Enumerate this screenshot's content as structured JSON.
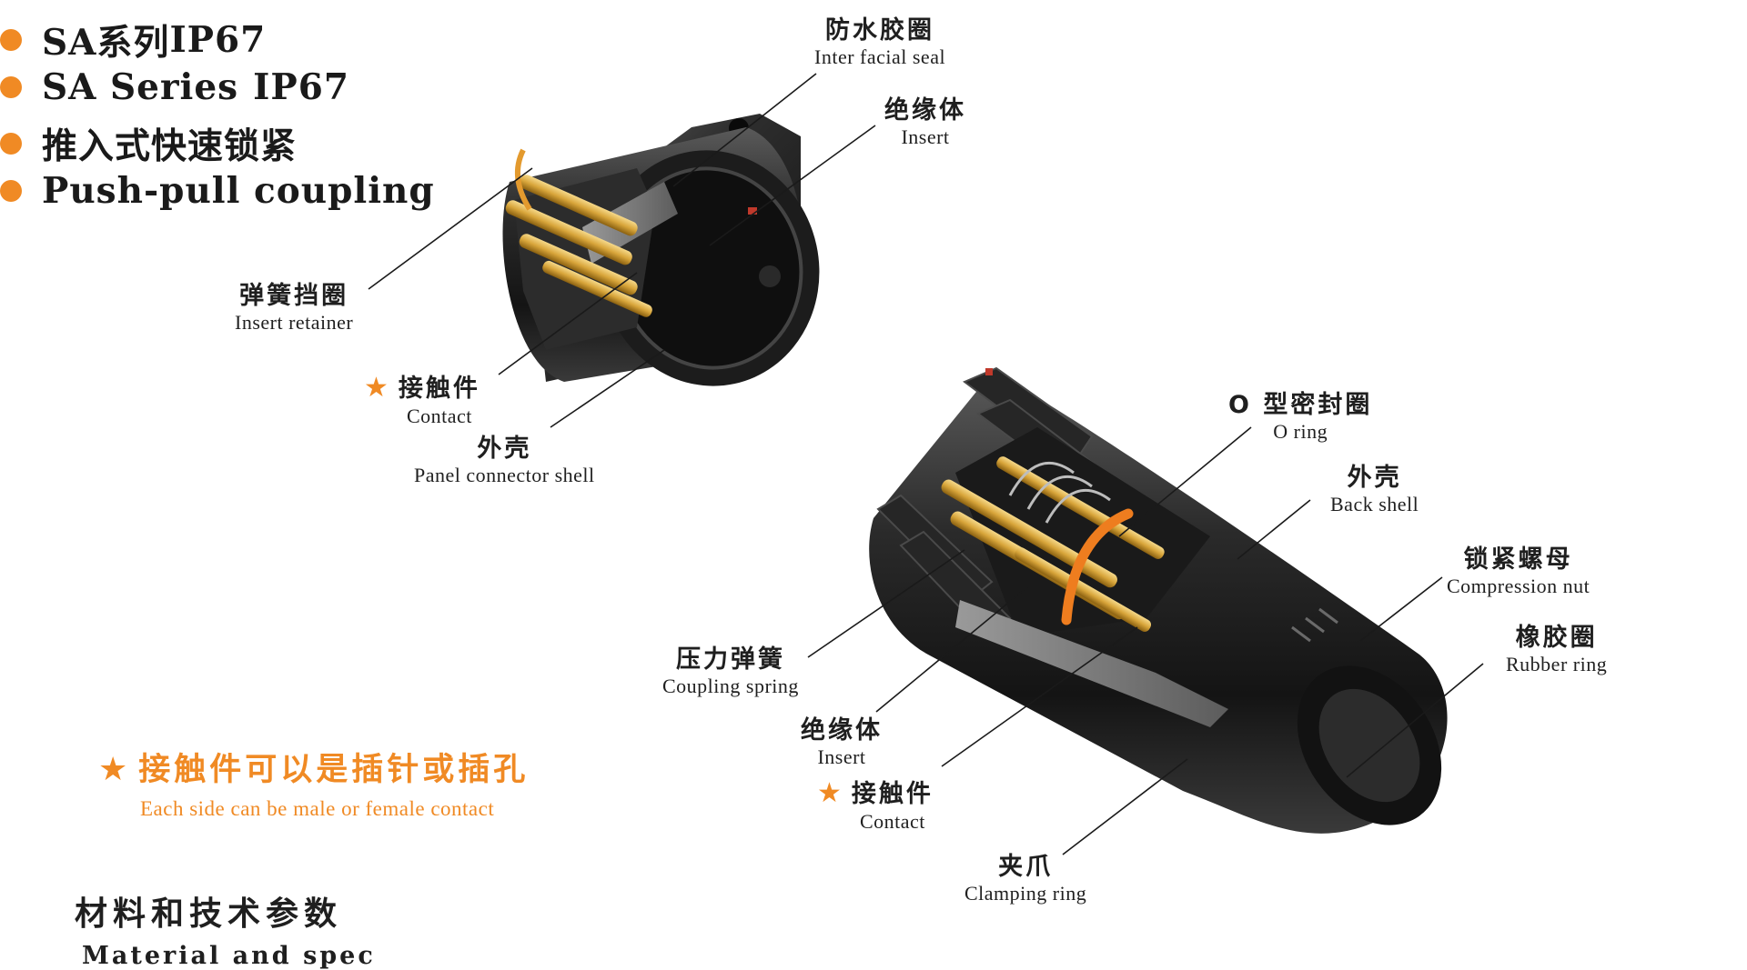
{
  "bullets": [
    {
      "zh": "SA系列",
      "en": "IP67"
    },
    {
      "zh": "SA Series",
      "en": "IP67"
    },
    {
      "zh": "推入式快速锁紧",
      "en": ""
    },
    {
      "zh": "Push-pull coupling",
      "en": ""
    }
  ],
  "colors": {
    "accent": "#f08a24",
    "shell": "#2a2a2a",
    "contact": "#d8a53a"
  },
  "panel_connector": {
    "labels": {
      "inter_facial_seal": {
        "zh": "防水胶圈",
        "en": "Inter facial seal"
      },
      "insert": {
        "zh": "绝缘体",
        "en": "Insert"
      },
      "insert_retainer": {
        "zh": "弹簧挡圈",
        "en": "Insert retainer"
      },
      "contact": {
        "zh": "接触件",
        "en": "Contact",
        "star": "★"
      },
      "panel_shell": {
        "zh": "外壳",
        "en": "Panel connector shell"
      }
    }
  },
  "cable_connector": {
    "labels": {
      "o_ring": {
        "zh": "O 型密封圈",
        "en": "O ring"
      },
      "back_shell": {
        "zh": "外壳",
        "en": "Back shell"
      },
      "compression_nut": {
        "zh": "锁紧螺母",
        "en": "Compression nut"
      },
      "rubber_ring": {
        "zh": "橡胶圈",
        "en": "Rubber ring"
      },
      "coupling_spring": {
        "zh": "压力弹簧",
        "en": "Coupling  spring"
      },
      "insert": {
        "zh": "绝缘体",
        "en": "Insert"
      },
      "contact": {
        "zh": "接触件",
        "en": "Contact",
        "star": "★"
      },
      "clamping_ring": {
        "zh": "夹爪",
        "en": "Clamping ring"
      }
    }
  },
  "note": {
    "star": "★",
    "zh": "接触件可以是插针或插孔",
    "en": "Each side can be male or female contact"
  },
  "section": {
    "zh": "材料和技术参数",
    "en": "Material  and  spec"
  }
}
